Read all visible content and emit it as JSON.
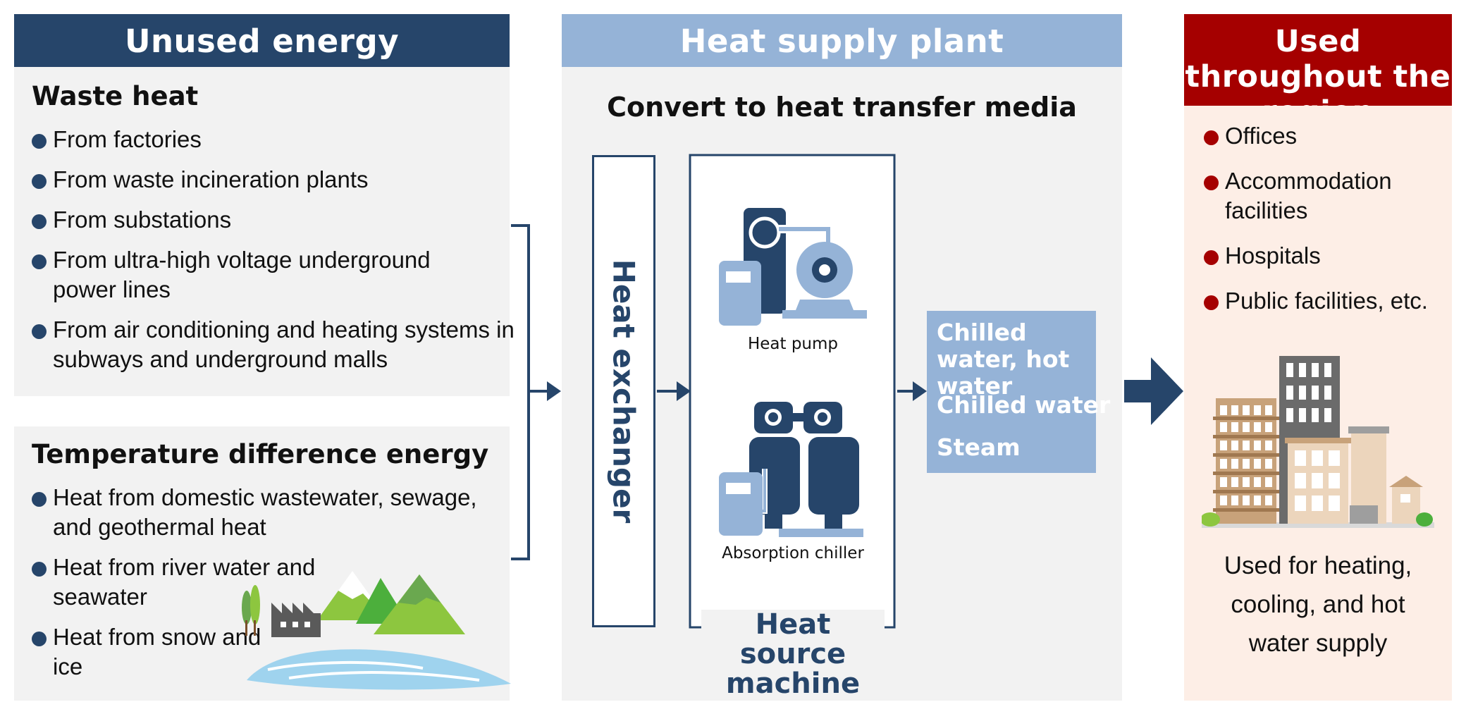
{
  "unused": {
    "header": "Unused energy",
    "waste_heat": {
      "title": "Waste heat",
      "items": [
        "From factories",
        "From waste incineration plants",
        "From substations",
        "From ultra-high voltage underground power lines",
        "From air conditioning and heating systems in subways and underground malls"
      ]
    },
    "temp_diff": {
      "title": "Temperature difference energy",
      "items": [
        "Heat from domestic wastewater, sewage, and geothermal heat",
        "Heat from river water and seawater",
        "Heat from snow and ice"
      ]
    }
  },
  "plant": {
    "header": "Heat supply plant",
    "subtitle": "Convert to heat transfer media",
    "heat_exchanger": "Heat exchanger",
    "heat_pump": "Heat pump",
    "absorption_chiller": "Absorption chiller",
    "heat_source_machine": "Heat source machine",
    "media": [
      "Chilled water, hot water",
      "Chilled water",
      "Steam"
    ]
  },
  "region": {
    "header": "Used throughout the region",
    "items": [
      "Offices",
      "Accommodation facilities",
      "Hospitals",
      "Public facilities, etc."
    ],
    "caption": "Used for heating, cooling, and hot water supply"
  },
  "colors": {
    "navy": "#26456a",
    "light_blue": "#95b3d7",
    "red": "#a50000",
    "panel_grey": "#f2f2f2",
    "panel_peach": "#fdeee6"
  }
}
